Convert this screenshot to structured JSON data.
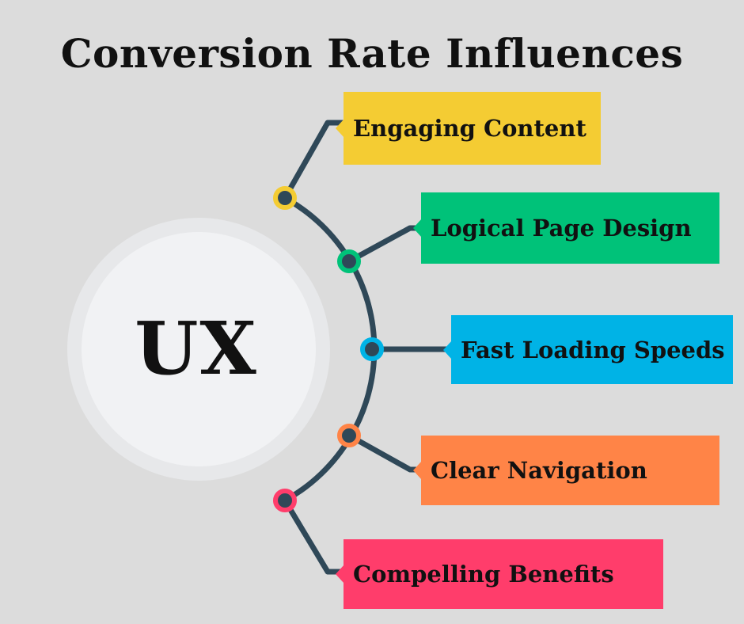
{
  "title": "Conversion Rate Influences",
  "center_label": "UX",
  "colors": {
    "background": "#dcdcdc",
    "line": "#2f4858",
    "circle_outer": "#e7e8ea",
    "circle_inner": "#f1f2f4"
  },
  "items": [
    {
      "label": "Engaging Content",
      "color": "#f4cc33"
    },
    {
      "label": "Logical Page Design",
      "color": "#00c279"
    },
    {
      "label": "Fast Loading Speeds",
      "color": "#00b3e6"
    },
    {
      "label": "Clear Navigation",
      "color": "#ff8447"
    },
    {
      "label": "Compelling Benefits",
      "color": "#ff3d6b"
    }
  ]
}
